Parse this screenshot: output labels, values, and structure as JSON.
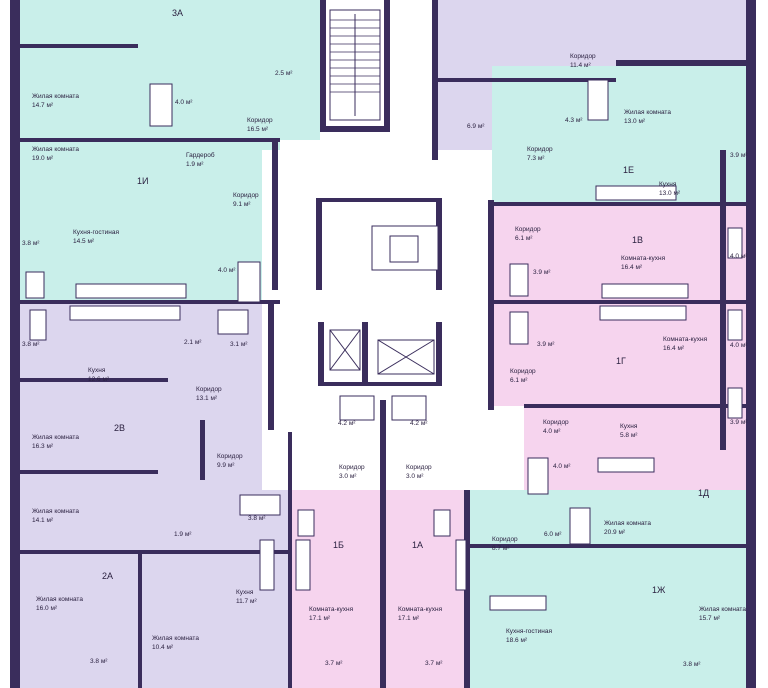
{
  "colors": {
    "wall": "#3a2d5c",
    "teal": "#c9efea",
    "lavender": "#dcd6ee",
    "pink": "#f6d4ee",
    "corridor": "#ffffff"
  },
  "apartments": [
    {
      "id": "3A"
    },
    {
      "id": "1И"
    },
    {
      "id": "2В"
    },
    {
      "id": "2А"
    },
    {
      "id": "1Б"
    },
    {
      "id": "1А"
    },
    {
      "id": "1Е"
    },
    {
      "id": "1В"
    },
    {
      "id": "1Г"
    },
    {
      "id": "1Д"
    },
    {
      "id": "1Ж"
    }
  ],
  "rooms": [
    {
      "name": "Жилая комната",
      "area": "14.7 м²"
    },
    {
      "name": "",
      "area": "4.0 м²"
    },
    {
      "name": "",
      "area": "2.5 м²"
    },
    {
      "name": "Коридор",
      "area": "16.5 м²"
    },
    {
      "name": "Жилая комната",
      "area": "19.0 м²"
    },
    {
      "name": "Гардероб",
      "area": "1.9 м²"
    },
    {
      "name": "Коридор",
      "area": "9.1 м²"
    },
    {
      "name": "Кухня-гостиная",
      "area": "14.5 м²"
    },
    {
      "name": "",
      "area": "3.8 м²"
    },
    {
      "name": "",
      "area": "4.0 м²"
    },
    {
      "name": "",
      "area": "3.8 м²"
    },
    {
      "name": "",
      "area": "2.1 м²"
    },
    {
      "name": "",
      "area": "3.1 м²"
    },
    {
      "name": "Кухня",
      "area": "12.6 м²"
    },
    {
      "name": "Коридор",
      "area": "13.1 м²"
    },
    {
      "name": "Жилая комната",
      "area": "16.3 м²"
    },
    {
      "name": "Коридор",
      "area": "9.9 м²"
    },
    {
      "name": "Жилая комната",
      "area": "14.1 м²"
    },
    {
      "name": "",
      "area": "1.9 м²"
    },
    {
      "name": "",
      "area": "3.8 м²"
    },
    {
      "name": "Кухня",
      "area": "11.7 м²"
    },
    {
      "name": "Жилая комната",
      "area": "16.0 м²"
    },
    {
      "name": "Жилая комната",
      "area": "10.4 м²"
    },
    {
      "name": "",
      "area": "3.8 м²"
    },
    {
      "name": "",
      "area": "4.2 м²"
    },
    {
      "name": "",
      "area": "4.2 м²"
    },
    {
      "name": "Коридор",
      "area": "3.0 м²"
    },
    {
      "name": "Коридор",
      "area": "3.0 м²"
    },
    {
      "name": "Комната-кухня",
      "area": "17.1 м²"
    },
    {
      "name": "Комната-кухня",
      "area": "17.1 м²"
    },
    {
      "name": "",
      "area": "3.7 м²"
    },
    {
      "name": "",
      "area": "3.7 м²"
    },
    {
      "name": "Коридор",
      "area": "11.4 м²"
    },
    {
      "name": "",
      "area": "6.9 м²"
    },
    {
      "name": "",
      "area": "4.3 м²"
    },
    {
      "name": "Жилая комната",
      "area": "13.0 м²"
    },
    {
      "name": "Коридор",
      "area": "7.3 м²"
    },
    {
      "name": "",
      "area": "3.9 м²"
    },
    {
      "name": "Кухня",
      "area": "13.0 м²"
    },
    {
      "name": "Коридор",
      "area": "6.1 м²"
    },
    {
      "name": "",
      "area": "3.9 м²"
    },
    {
      "name": "Комната-кухня",
      "area": "16.4 м²"
    },
    {
      "name": "",
      "area": "4.0 м²"
    },
    {
      "name": "",
      "area": "3.9 м²"
    },
    {
      "name": "Комната-кухня",
      "area": "16.4 м²"
    },
    {
      "name": "",
      "area": "4.0 м²"
    },
    {
      "name": "Коридор",
      "area": "6.1 м²"
    },
    {
      "name": "Коридор",
      "area": "4.0 м²"
    },
    {
      "name": "Кухня",
      "area": "5.8 м²"
    },
    {
      "name": "",
      "area": "3.9 м²"
    },
    {
      "name": "",
      "area": "4.0 м²"
    },
    {
      "name": "Коридор",
      "area": "8.7 м²"
    },
    {
      "name": "",
      "area": "6.0 м²"
    },
    {
      "name": "Жилая комната",
      "area": "20.9 м²"
    },
    {
      "name": "Кухня-гостиная",
      "area": "18.6 м²"
    },
    {
      "name": "Жилая комната",
      "area": "15.7 м²"
    },
    {
      "name": "",
      "area": "3.8 м²"
    }
  ]
}
